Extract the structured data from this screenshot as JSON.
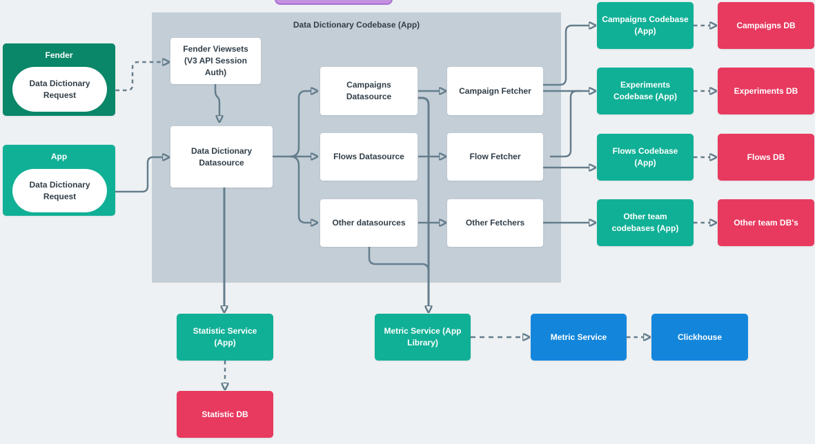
{
  "colors": {
    "background": "#eef1f3",
    "container_gray": "#c4ced7",
    "dark_teal": "#0a8668",
    "teal": "#10b096",
    "red": "#e8395f",
    "blue": "#1386dc",
    "purple_fill": "#c590e0",
    "purple_border": "#a873d0",
    "connector": "#647d8c",
    "text_dark": "#313e48"
  },
  "container": {
    "title": "Data Dictionary Codebase (App)"
  },
  "nodes": {
    "fender": {
      "title": "Fender",
      "request": "Data Dictionary\nRequest"
    },
    "app": {
      "title": "App",
      "request": "Data Dictionary\nRequest"
    },
    "fender_viewsets": {
      "label": "Fender Viewsets\n(V3 API Session\nAuth)"
    },
    "dd_datasource": {
      "label": "Data Dictionary\nDatasource"
    },
    "campaigns_datasource": {
      "label": "Campaigns\nDatasource"
    },
    "flows_datasource": {
      "label": "Flows Datasource"
    },
    "other_datasources": {
      "label": "Other datasources"
    },
    "campaign_fetcher": {
      "label": "Campaign Fetcher"
    },
    "flow_fetcher": {
      "label": "Flow Fetcher"
    },
    "other_fetchers": {
      "label": "Other Fetchers"
    },
    "campaigns_codebase": {
      "label": "Campaigns Codebase\n(App)"
    },
    "experiments_codebase": {
      "label": "Experiments\nCodebase (App)"
    },
    "flows_codebase": {
      "label": "Flows Codebase\n(App)"
    },
    "other_codebases": {
      "label": "Other team\ncodebases (App)"
    },
    "campaigns_db": {
      "label": "Campaigns DB"
    },
    "experiments_db": {
      "label": "Experiments DB"
    },
    "flows_db": {
      "label": "Flows DB"
    },
    "other_dbs": {
      "label": "Other team DB's"
    },
    "statistic_service": {
      "label": "Statistic Service\n(App)"
    },
    "statistic_db": {
      "label": "Statistic DB"
    },
    "metric_service_lib": {
      "label": "Metric Service (App\nLibrary)"
    },
    "metric_service": {
      "label": "Metric Service"
    },
    "clickhouse": {
      "label": "Clickhouse"
    }
  }
}
